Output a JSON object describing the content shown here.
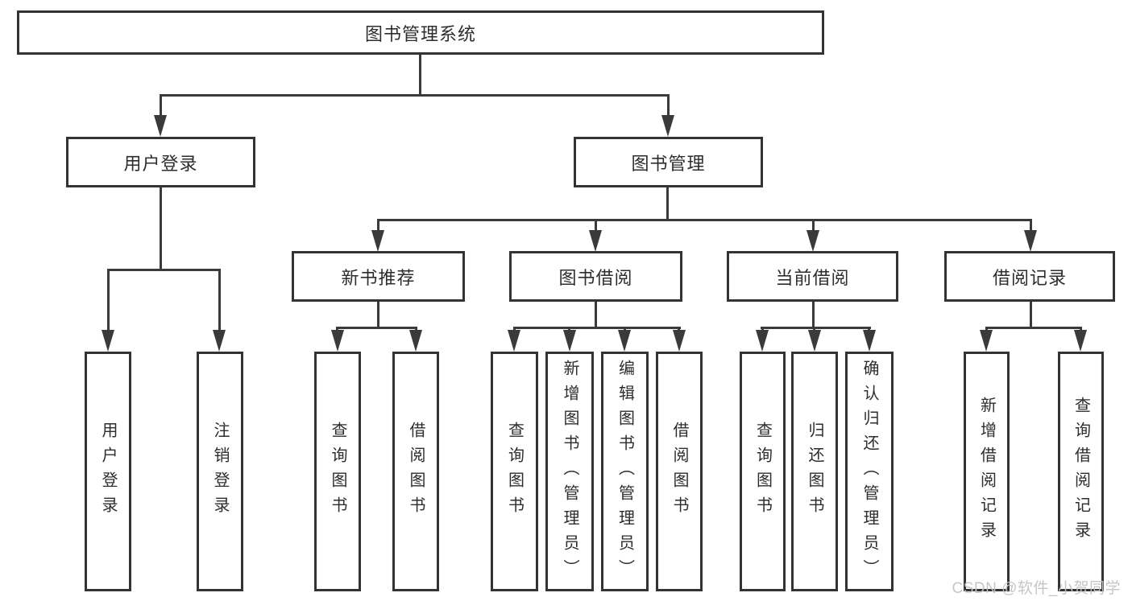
{
  "nodes": {
    "root": "图书管理系统",
    "user_login": "用户登录",
    "book_mgmt": "图书管理",
    "new_book_rec": "新书推荐",
    "book_borrow": "图书借阅",
    "current_borrow": "当前借阅",
    "borrow_record": "借阅记录",
    "ul_user_login": "用户登录",
    "ul_logout": "注销登录",
    "nb_query_book": "查询图书",
    "nb_borrow_book": "借阅图书",
    "bb_query_book": "查询图书",
    "bb_add_book": "新增图书（管理员）",
    "bb_edit_book": "编辑图书（管理员）",
    "bb_borrow_book": "借阅图书",
    "cb_query_book": "查询图书",
    "cb_return_book": "归还图书",
    "cb_confirm_return": "确认归还（管理员）",
    "br_add_record": "新增借阅记录",
    "br_query_record": "查询借阅记录"
  },
  "watermark": "CSDN @软件_小贺同学",
  "colors": {
    "line": "#3a3a3a",
    "box_border": "#333333",
    "text": "#2d2d2d",
    "watermark": "#c3c3c3",
    "background": "#ffffff"
  }
}
